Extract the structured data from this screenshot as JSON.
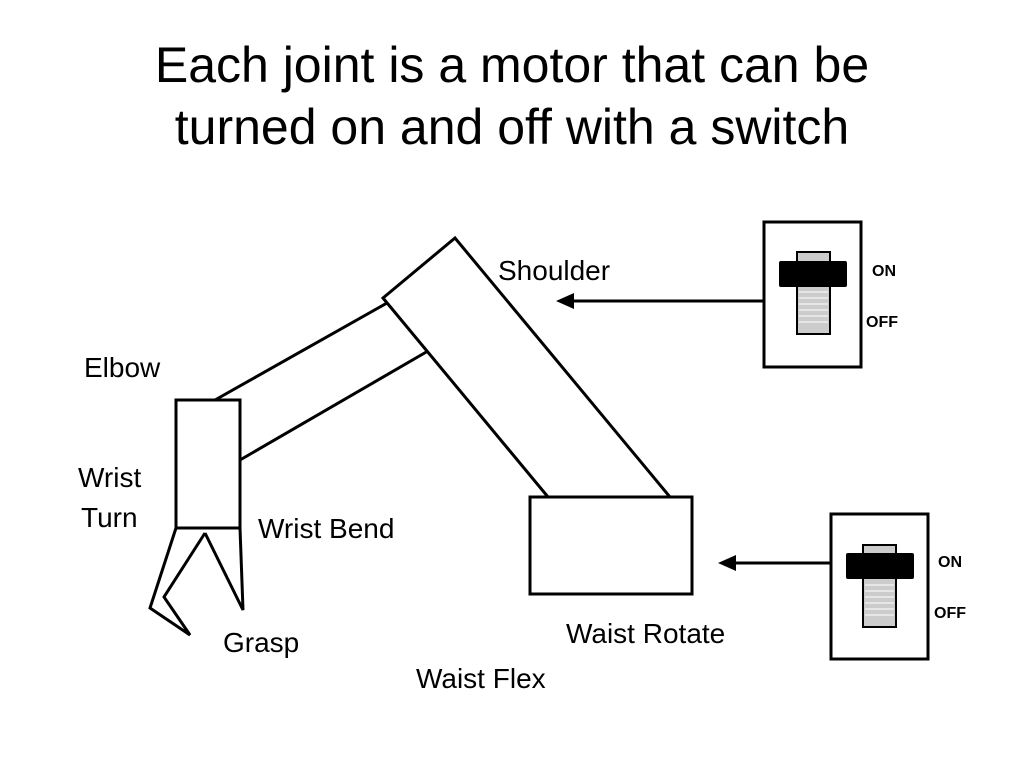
{
  "slide": {
    "title_line1": "Each joint is a motor that can be",
    "title_line2": "turned on and off with a switch"
  },
  "joints": {
    "shoulder": "Shoulder",
    "elbow": "Elbow",
    "wrist_turn_line1": "Wrist",
    "wrist_turn_line2": "Turn",
    "wrist_bend": "Wrist Bend",
    "grasp": "Grasp",
    "waist_rotate": "Waist Rotate",
    "waist_flex": "Waist Flex"
  },
  "switches": [
    {
      "on_label": "ON",
      "off_label": "OFF",
      "state": "ON"
    },
    {
      "on_label": "ON",
      "off_label": "OFF",
      "state": "ON"
    }
  ],
  "colors": {
    "stroke": "#000000",
    "fill": "#ffffff",
    "toggle": "#000000",
    "shaft": "#cccccc"
  }
}
